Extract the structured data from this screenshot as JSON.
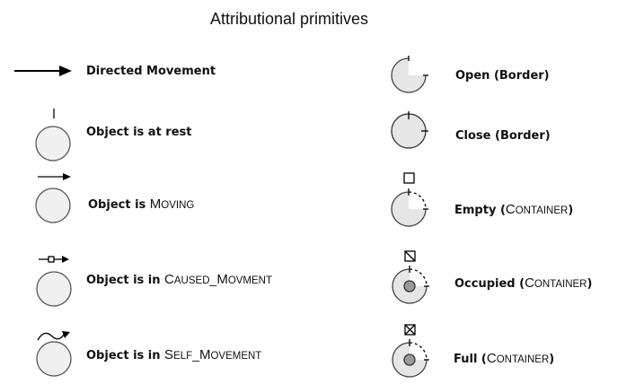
{
  "title": "Attributional primitives",
  "left": [
    {
      "bold": "Directed Movement",
      "sc": ""
    },
    {
      "bold": "Object is at rest",
      "sc": ""
    },
    {
      "bold": "Object is ",
      "sc": "Moving"
    },
    {
      "bold": "Object is in ",
      "sc": "Caused_Movment"
    },
    {
      "bold": "Object is in ",
      "sc": "Self_Movement"
    }
  ],
  "right": [
    {
      "bold": "Open (Border)",
      "sc": "",
      "tail": ""
    },
    {
      "bold": "Close (Border)",
      "sc": "",
      "tail": ""
    },
    {
      "bold": "Empty (",
      "sc": "Container",
      "tail": ")"
    },
    {
      "bold": "Occupied (",
      "sc": "Container",
      "tail": ")"
    },
    {
      "bold": "Full (",
      "sc": "Container",
      "tail": ")"
    }
  ],
  "colors": {
    "circle_fill": "#f0f0f0",
    "circle_stroke": "#555555",
    "inner_dot": "#9a9a9a"
  }
}
